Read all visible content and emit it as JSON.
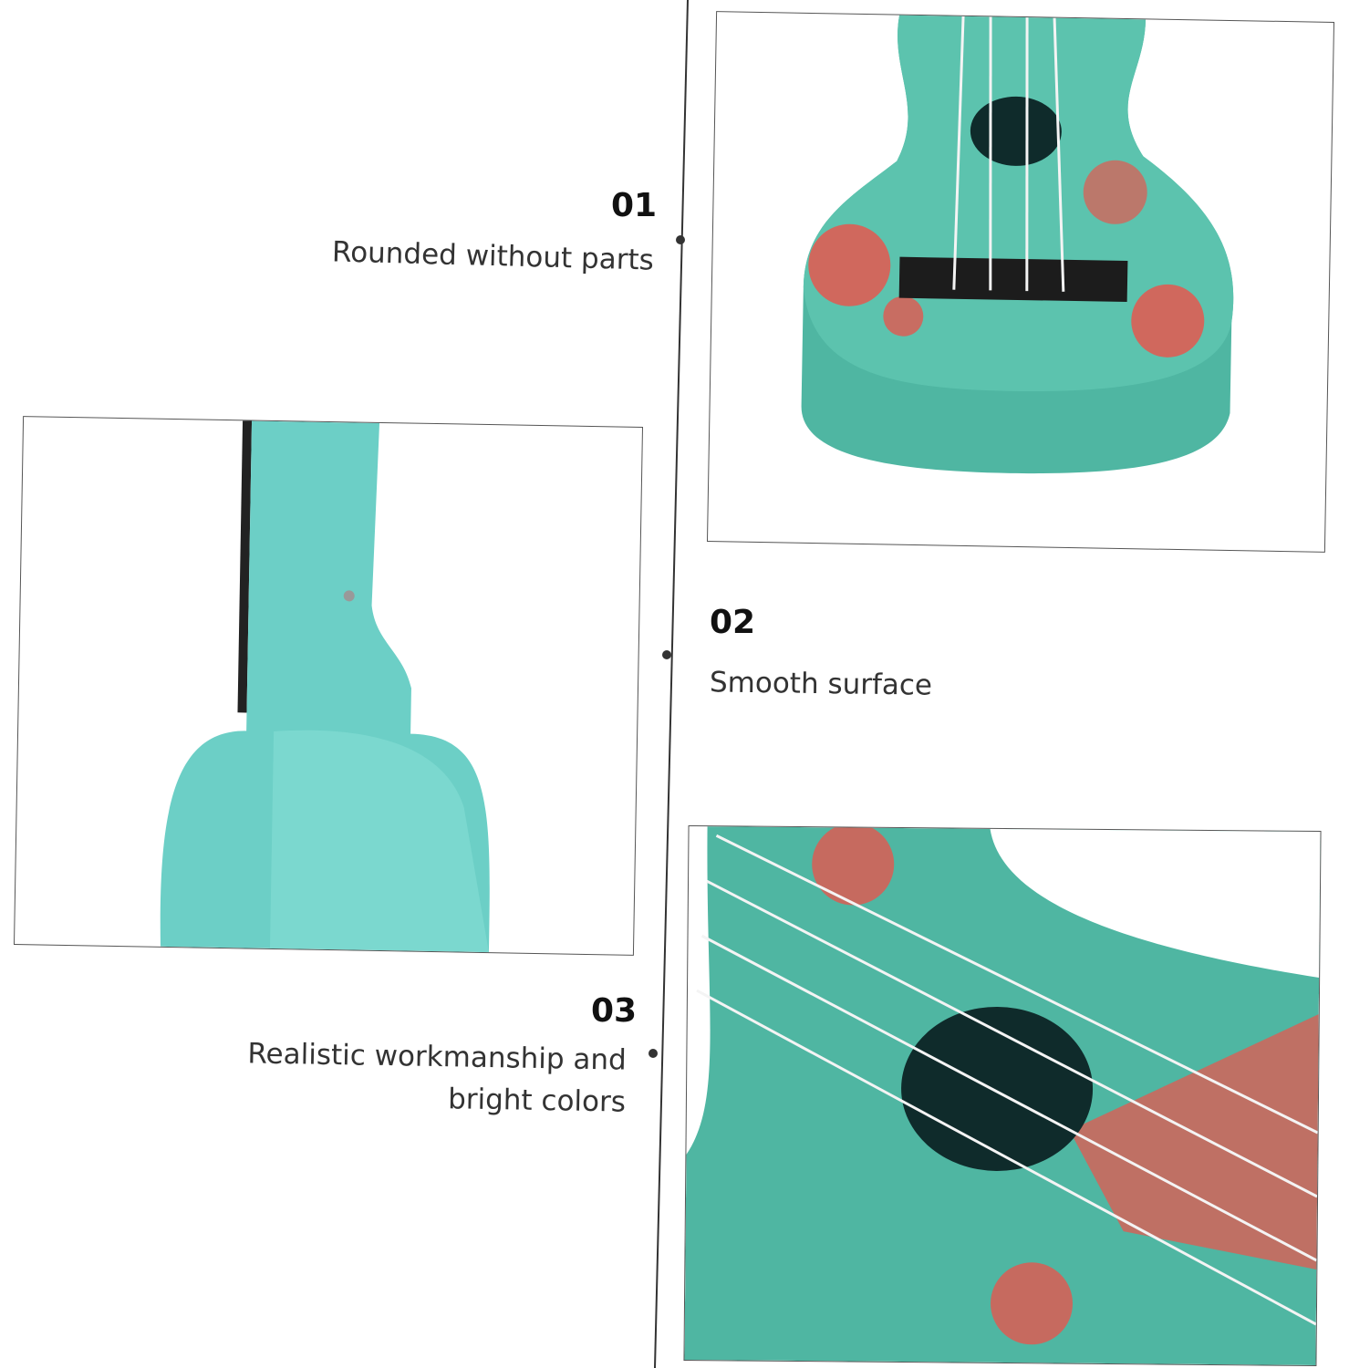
{
  "features": [
    {
      "number": "01",
      "text": "Rounded without parts"
    },
    {
      "number": "02",
      "text": "Smooth surface"
    },
    {
      "number": "03",
      "text_line1": "Realistic workmanship and",
      "text_line2": "bright colors"
    }
  ],
  "colors": {
    "ukulele_teal": "#4fb6a2",
    "neck_teal": "#6ccfc6",
    "flower_red": "#e4584f",
    "bridge": "#1c1c1c"
  }
}
